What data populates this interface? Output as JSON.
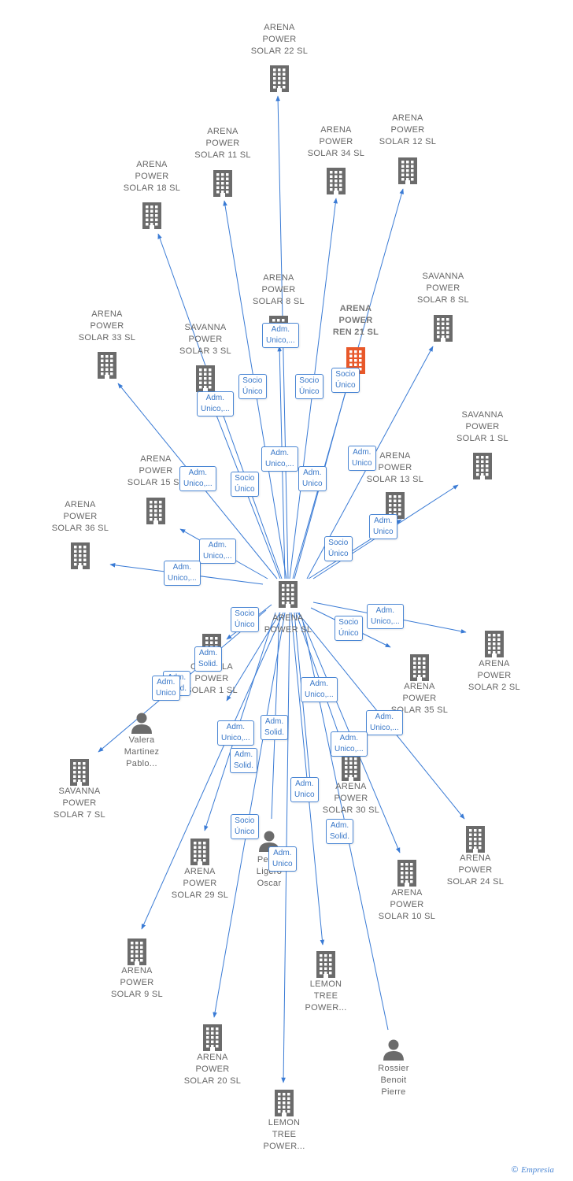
{
  "center": {
    "label": "ARENA\nPOWER  SL"
  },
  "nodes": [
    {
      "id": "ap22",
      "label": "ARENA\nPOWER\nSOLAR 22  SL",
      "type": "company"
    },
    {
      "id": "ap11",
      "label": "ARENA\nPOWER\nSOLAR 11  SL",
      "type": "company"
    },
    {
      "id": "ap34",
      "label": "ARENA\nPOWER\nSOLAR 34  SL",
      "type": "company"
    },
    {
      "id": "ap12",
      "label": "ARENA\nPOWER\nSOLAR 12  SL",
      "type": "company"
    },
    {
      "id": "ap18",
      "label": "ARENA\nPOWER\nSOLAR 18  SL",
      "type": "company"
    },
    {
      "id": "ap8",
      "label": "ARENA\nPOWER\nSOLAR 8  SL",
      "type": "company"
    },
    {
      "id": "ren21",
      "label": "ARENA\nPOWER\nREN 21  SL",
      "type": "company-focus"
    },
    {
      "id": "sp8",
      "label": "SAVANNA\nPOWER\nSOLAR 8  SL",
      "type": "company"
    },
    {
      "id": "ap33",
      "label": "ARENA\nPOWER\nSOLAR 33  SL",
      "type": "company"
    },
    {
      "id": "sp3",
      "label": "SAVANNA\nPOWER\nSOLAR 3  SL",
      "type": "company"
    },
    {
      "id": "sp1",
      "label": "SAVANNA\nPOWER\nSOLAR 1  SL",
      "type": "company"
    },
    {
      "id": "ap13",
      "label": "ARENA\nPOWER\nSOLAR 13  SL",
      "type": "company"
    },
    {
      "id": "ap15",
      "label": "ARENA\nPOWER\nSOLAR 15  SL",
      "type": "company"
    },
    {
      "id": "ap36",
      "label": "ARENA\nPOWER\nSOLAR 36  SL",
      "type": "company"
    },
    {
      "id": "ap2",
      "label": "ARENA\nPOWER\nSOLAR 2  SL",
      "type": "company"
    },
    {
      "id": "ap35",
      "label": "ARENA\nPOWER\nSOLAR 35  SL",
      "type": "company"
    },
    {
      "id": "candela",
      "label": "CANDELA\nPOWER\nSOLAR 1  SL",
      "type": "company"
    },
    {
      "id": "valera",
      "label": "Valera\nMartinez\nPablo...",
      "type": "person"
    },
    {
      "id": "sp7",
      "label": "SAVANNA\nPOWER\nSOLAR 7  SL",
      "type": "company"
    },
    {
      "id": "ap30",
      "label": "ARENA\nPOWER\nSOLAR 30  SL",
      "type": "company"
    },
    {
      "id": "ap24",
      "label": "ARENA\nPOWER\nSOLAR 24  SL",
      "type": "company"
    },
    {
      "id": "ap29",
      "label": "ARENA\nPOWER\nSOLAR 29  SL",
      "type": "company"
    },
    {
      "id": "perez",
      "label": "Perez\nLigero\nOscar",
      "type": "person"
    },
    {
      "id": "ap10",
      "label": "ARENA\nPOWER\nSOLAR 10  SL",
      "type": "company"
    },
    {
      "id": "ap9",
      "label": "ARENA\nPOWER\nSOLAR 9  SL",
      "type": "company"
    },
    {
      "id": "lemon1",
      "label": "LEMON\nTREE\nPOWER...",
      "type": "company"
    },
    {
      "id": "rossier",
      "label": "Rossier\nBenoit\nPierre",
      "type": "person"
    },
    {
      "id": "ap20",
      "label": "ARENA\nPOWER\nSOLAR 20  SL",
      "type": "company"
    },
    {
      "id": "lemon2",
      "label": "LEMON\nTREE\nPOWER...",
      "type": "company"
    }
  ],
  "relations": [
    "Adm.\nUnico,...",
    "Socio\nÚnico",
    "Socio\nÚnico",
    "Socio\nÚnico",
    "Adm.\nUnico,...",
    "Adm.\nUnico",
    "Adm.\nUnico,...",
    "Socio\nÚnico",
    "Adm.\nUnico",
    "Adm.\nUnico,...",
    "Adm.\nUnico",
    "Adm.\nUnico,...",
    "Socio\nÚnico",
    "Adm.\nUnico,...",
    "Socio\nÚnico",
    "Adm.\nUnico,...",
    "Socio\nÚnico",
    "Adm.\nSolid.",
    "Adm.\nSolid.",
    "Adm.\nUnico",
    "Adm.\nUnico,...",
    "Adm.\nUnico,...",
    "Adm.\nSolid.",
    "Adm.\nUnico,...",
    "Adm.\nUnico,...",
    "Adm.\nSolid.",
    "Adm.\nUnico",
    "Adm.\nSolid.",
    "Socio\nÚnico",
    "Adm.\nUnico"
  ],
  "footer": {
    "copyright": "©",
    "brand": "Empresia"
  },
  "colors": {
    "edge": "#3a7bd5",
    "icon": "#6b6b6b",
    "focus": "#e8582a"
  }
}
